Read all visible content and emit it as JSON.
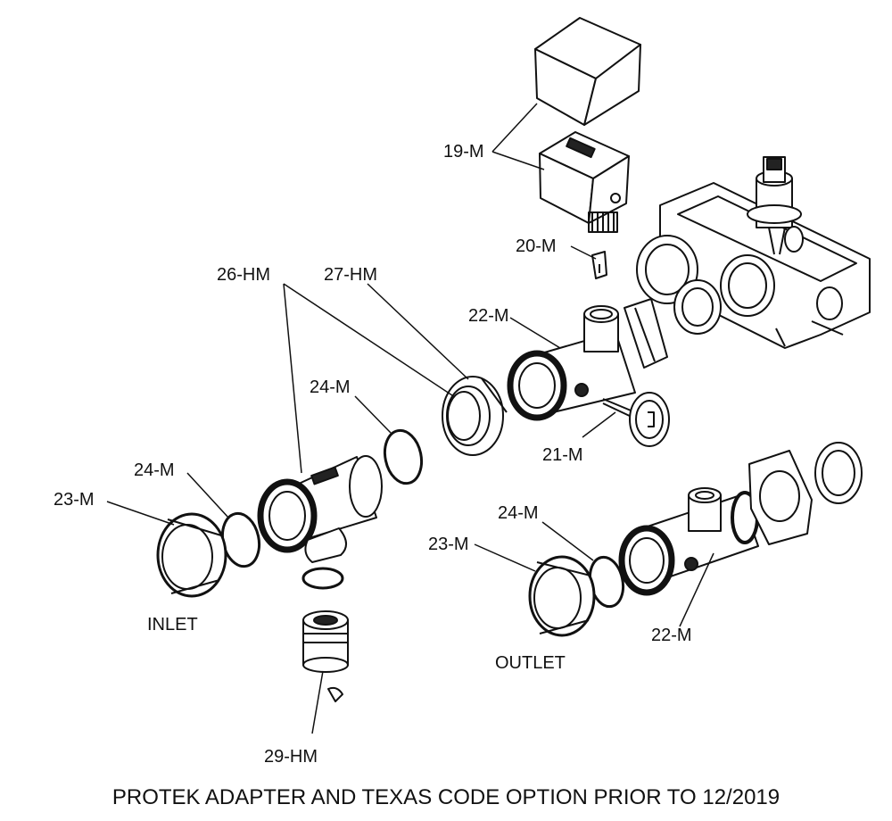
{
  "labels": {
    "p19": "19-M",
    "p20": "20-M",
    "p26": "26-HM",
    "p27": "27-HM",
    "p22a": "22-M",
    "p24a": "24-M",
    "p21": "21-M",
    "p24b": "24-M",
    "p23a": "23-M",
    "p24c": "24-M",
    "p23b": "23-M",
    "p22b": "22-M",
    "p29": "29-HM",
    "inlet": "INLET",
    "outlet": "OUTLET"
  },
  "caption": "PROTEK ADAPTER AND TEXAS CODE OPTION PRIOR TO 12/2019",
  "colors": {
    "line": "#111111",
    "paper": "#ffffff",
    "shade": "#222222"
  }
}
